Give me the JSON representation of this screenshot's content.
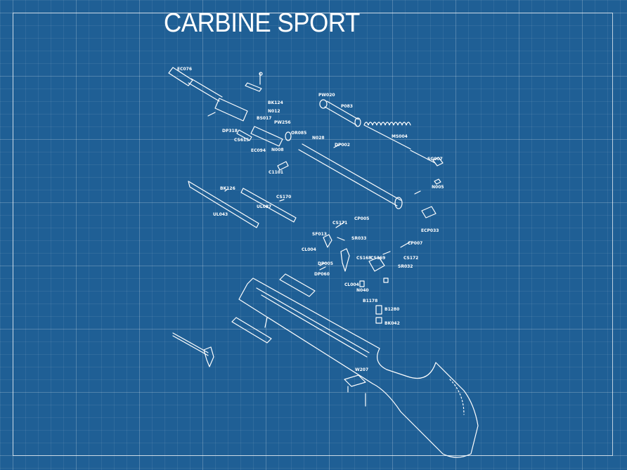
{
  "title": "CARBINE SPORT",
  "colors": {
    "background": "#1f5f95",
    "lines": "#ffffff"
  },
  "part_labels": [
    "EC076",
    "BK124",
    "N012",
    "BS017",
    "PW256",
    "DP318",
    "OR085",
    "N028",
    "CS615",
    "EC094",
    "N008",
    "DP002",
    "PW020",
    "P083",
    "MS004",
    "SG007",
    "N005",
    "C1101",
    "BK126",
    "CS170",
    "UL087",
    "UL043",
    "CS171",
    "CP005",
    "SF013",
    "SR033",
    "CL004",
    "CP007",
    "CS168",
    "CS169",
    "CS172",
    "DP005",
    "SR032",
    "DP060",
    "CL004",
    "N040",
    "B1178",
    "B1280",
    "BK042",
    "W207",
    "ECP033"
  ]
}
